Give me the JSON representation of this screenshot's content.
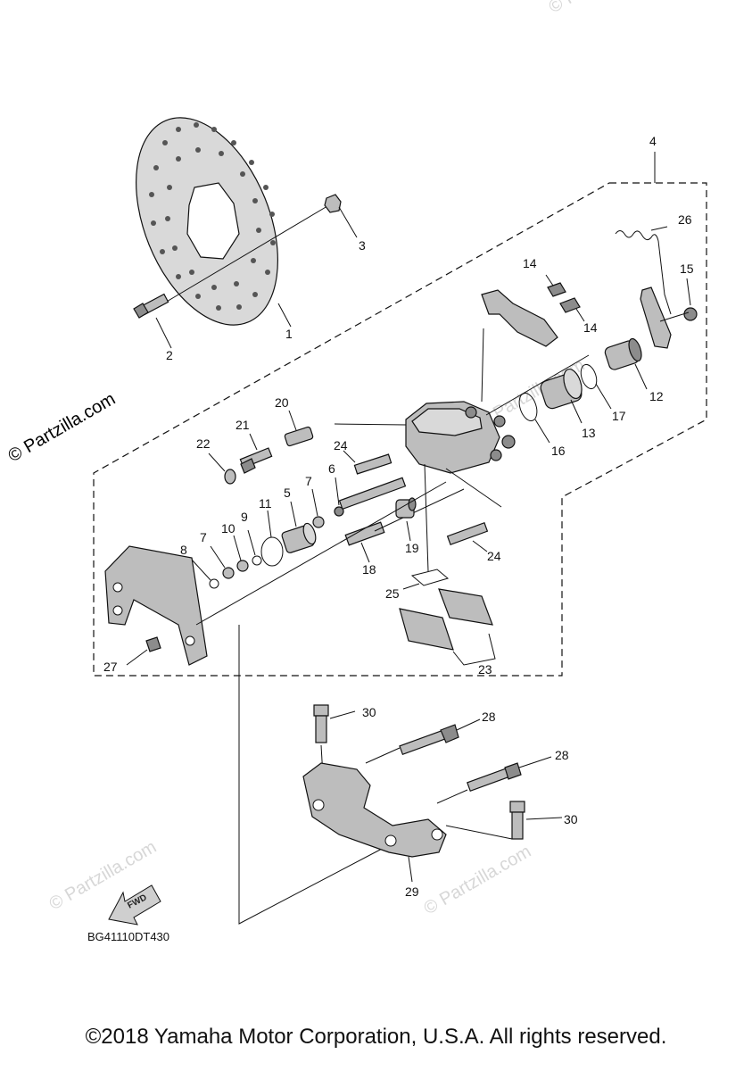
{
  "watermarks": {
    "main": "© Partzilla.com",
    "faint": [
      "© Partzilla.com",
      "© Partzilla.com",
      "© Partzilla.com",
      "© Partzilla.com"
    ]
  },
  "callouts": [
    "1",
    "2",
    "3",
    "4",
    "14",
    "14",
    "26",
    "15",
    "12",
    "17",
    "13",
    "16",
    "20",
    "21",
    "22",
    "24",
    "6",
    "7",
    "5",
    "11",
    "9",
    "10",
    "7",
    "8",
    "19",
    "24",
    "18",
    "25",
    "23",
    "27",
    "30",
    "28",
    "28",
    "30",
    "29"
  ],
  "fwd_label": "FWD",
  "diagram_code": "BG41110DT430",
  "copyright": "©2018 Yamaha Motor Corporation, U.S.A. All rights reserved."
}
